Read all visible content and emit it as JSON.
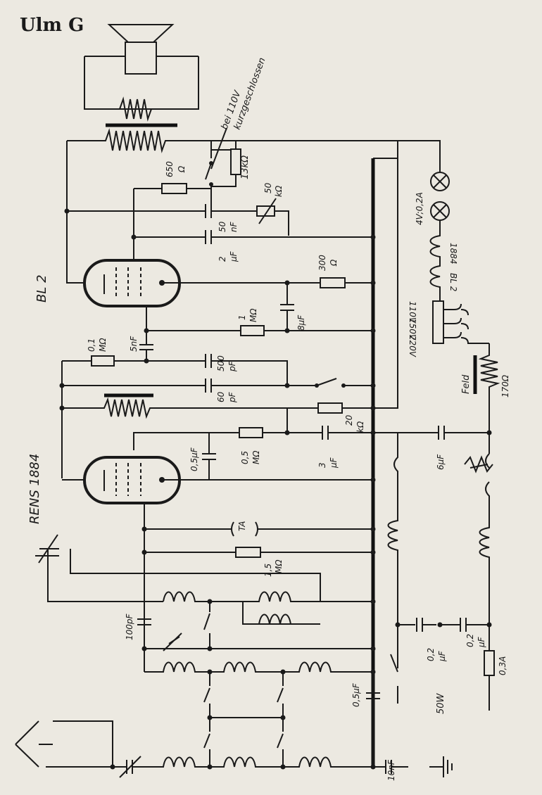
{
  "title": "Ulm G",
  "tubes": {
    "output": "BL 2",
    "input": "RENS 1884"
  },
  "labels": {
    "switch_note_1": "bei 110V",
    "switch_note_2": "kurzgeschlossen",
    "r650_val": "650",
    "r650_unit": "Ω",
    "r13k": "13kΩ",
    "pot_val": "50",
    "pot_unit": "kΩ",
    "c50n_val": "50",
    "c50n_unit": "nF",
    "c2u_val": "2",
    "c2u_unit": "μF",
    "r300_val": "300",
    "r300_unit": "Ω",
    "r1m_val": "1",
    "r1m_unit": "MΩ",
    "c8u": "8μF",
    "c5n": "5nF",
    "r01m_val": "0,1",
    "r01m_unit": "MΩ",
    "c500p_val": "500",
    "c500p_unit": "pF",
    "c60p_val": "60",
    "c60p_unit": "pF",
    "r20k_val": "20",
    "r20k_unit": "kΩ",
    "c05u_grid": "0,5μF",
    "r05m_val": "0,5",
    "r05m_unit": "MΩ",
    "c3u_val": "3",
    "c3u_unit": "μF",
    "c6u": "6μF",
    "ta": "TA",
    "r15m_val": "1,5",
    "r15m_unit": "MΩ",
    "c100p": "100pF",
    "c02u_a_val": "0,2",
    "c02u_a_unit": "μF",
    "c02u_b_val": "0,2",
    "c02u_b_unit": "μF",
    "fuse": "0,3A",
    "power": "50W",
    "c05u_b": "0,5μF",
    "c10n": "10nF",
    "lamp": "4V;0,2A",
    "tube_rev_1": "1884",
    "tube_rev_2": "BL 2",
    "tap_110": "110V",
    "tap_150": "150V",
    "tap_220": "220V",
    "feld": "Feld",
    "r170": "170Ω"
  }
}
